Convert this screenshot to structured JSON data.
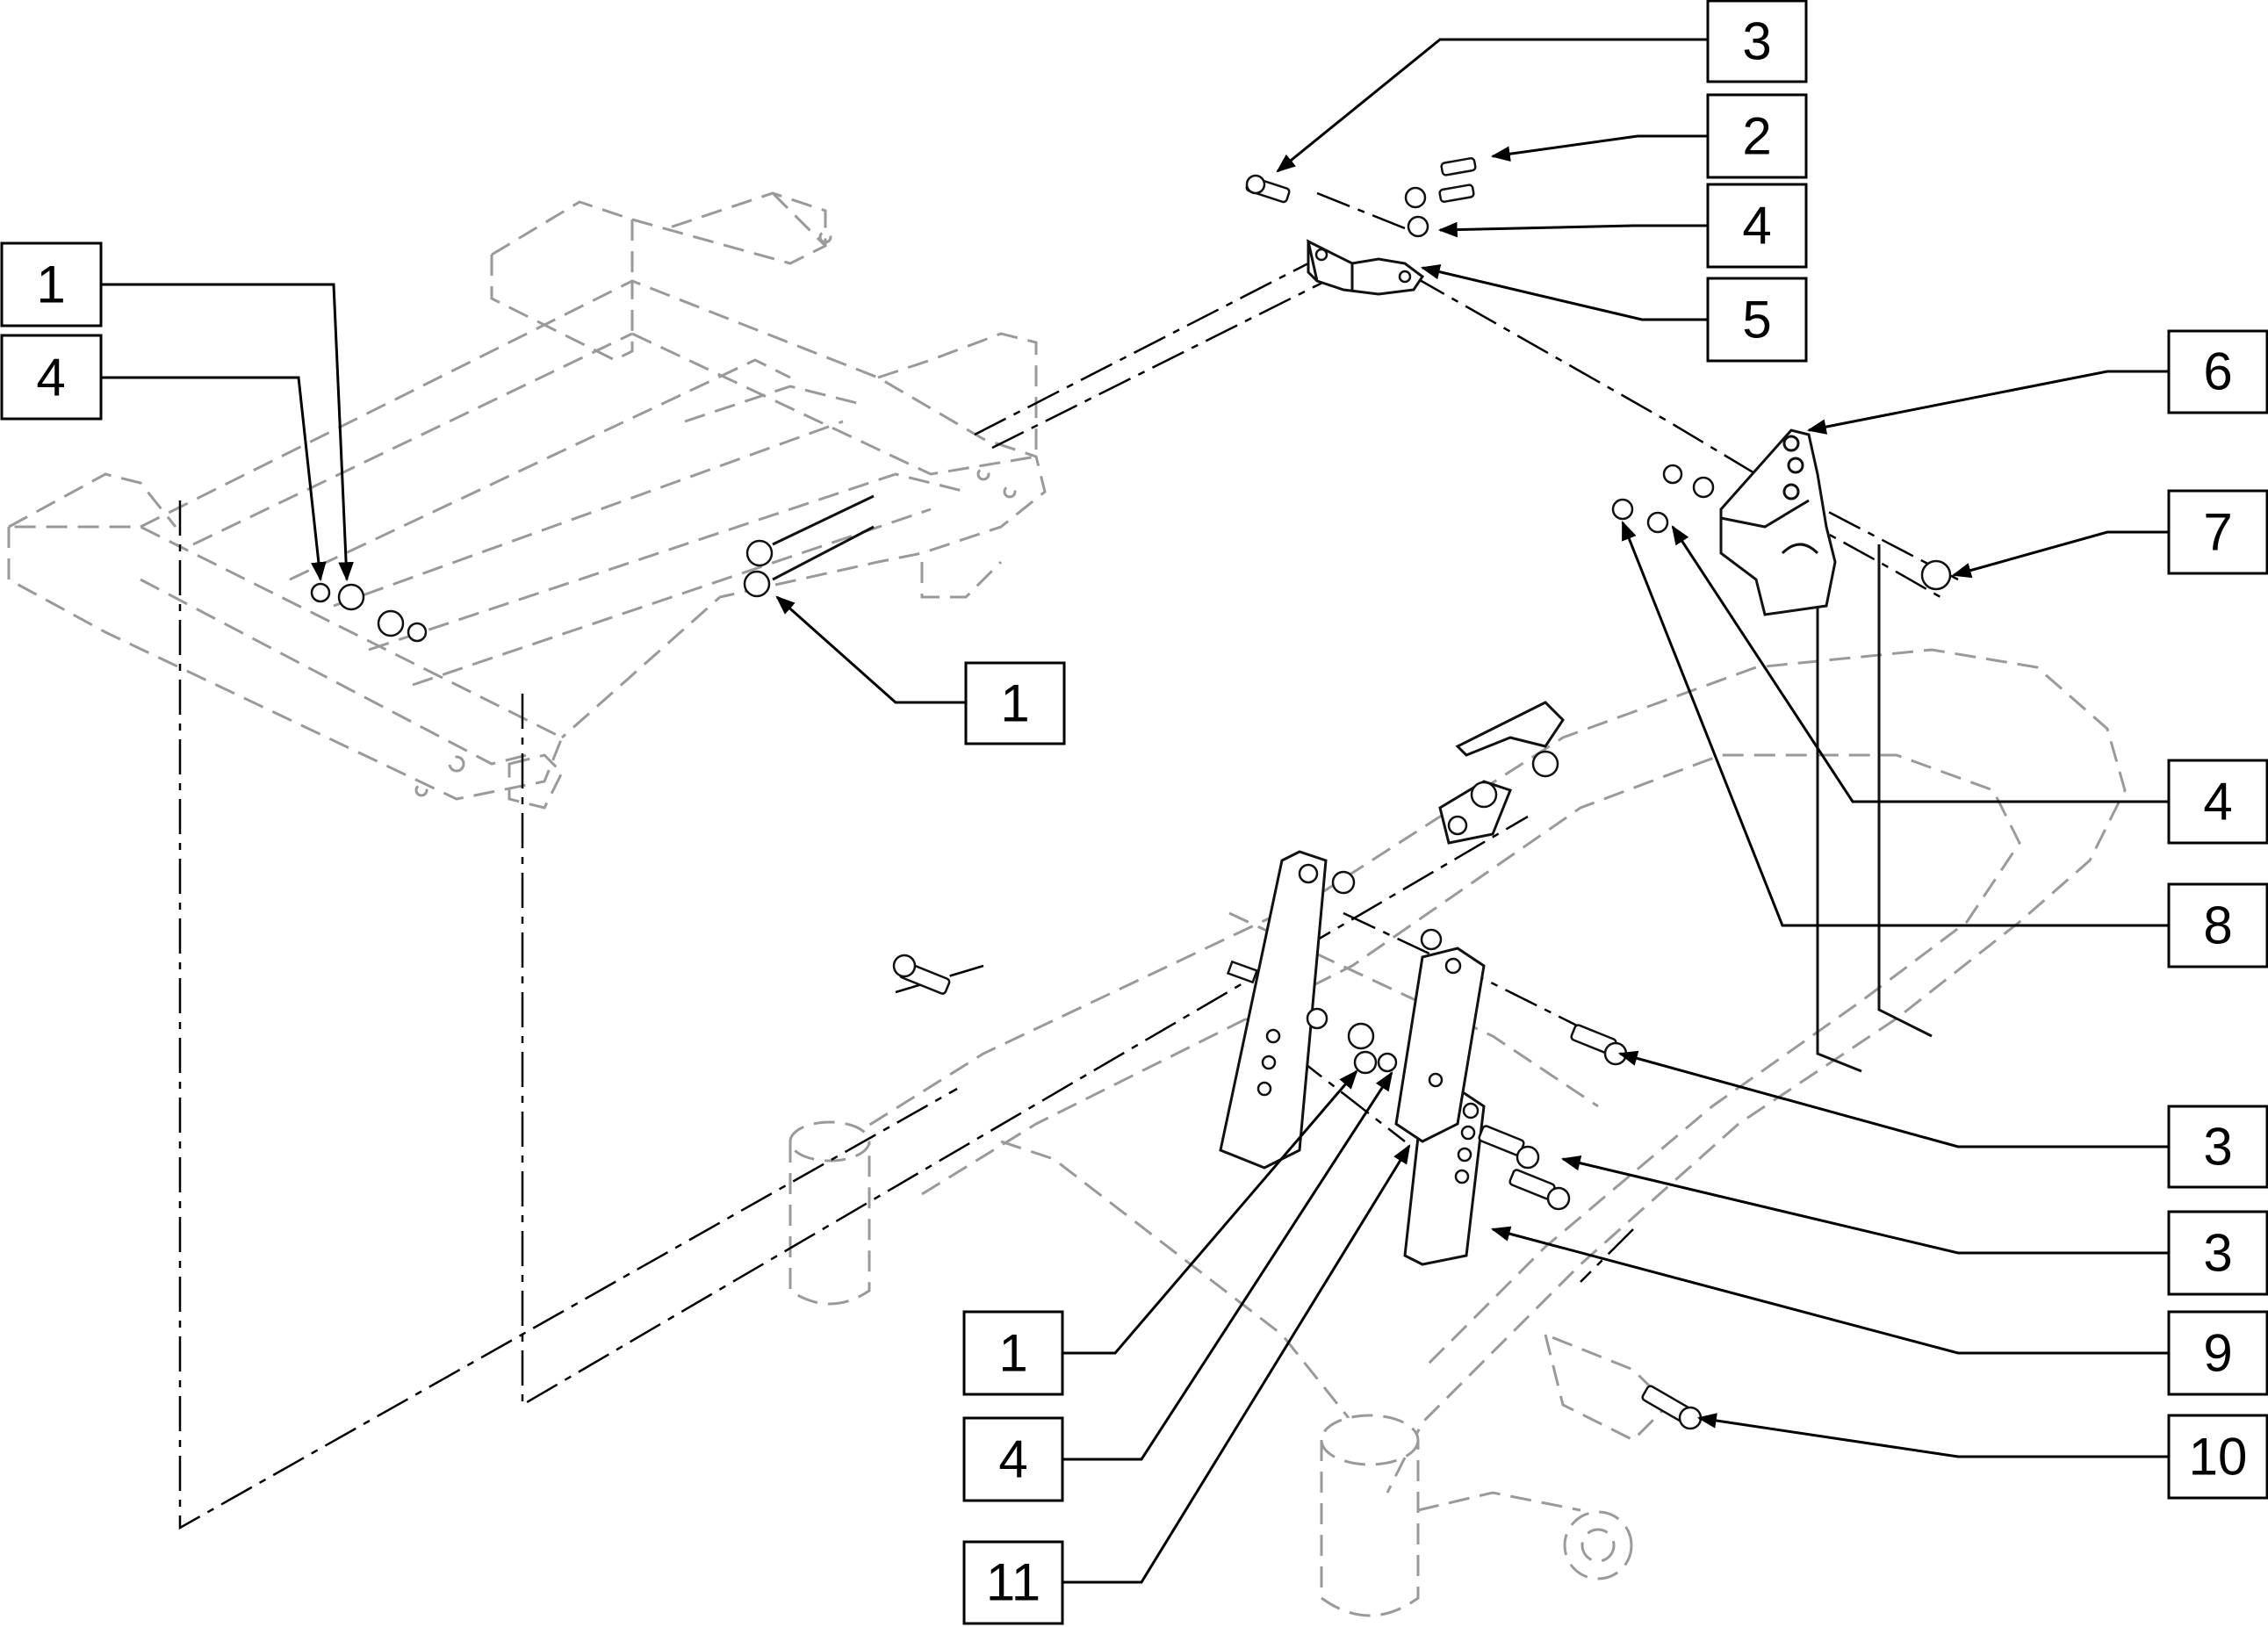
{
  "diagram": {
    "callouts": [
      {
        "id": "c-top-3",
        "label": "3"
      },
      {
        "id": "c-top-2",
        "label": "2"
      },
      {
        "id": "c-top-4",
        "label": "4"
      },
      {
        "id": "c-top-5",
        "label": "5"
      },
      {
        "id": "c-left-1",
        "label": "1"
      },
      {
        "id": "c-left-4",
        "label": "4"
      },
      {
        "id": "c-mid-1",
        "label": "1"
      },
      {
        "id": "c-right-6",
        "label": "6"
      },
      {
        "id": "c-right-7",
        "label": "7"
      },
      {
        "id": "c-right-4",
        "label": "4"
      },
      {
        "id": "c-right-8",
        "label": "8"
      },
      {
        "id": "c-right-3a",
        "label": "3"
      },
      {
        "id": "c-right-3b",
        "label": "3"
      },
      {
        "id": "c-right-9",
        "label": "9"
      },
      {
        "id": "c-right-10",
        "label": "10"
      },
      {
        "id": "c-bot-1",
        "label": "1"
      },
      {
        "id": "c-bot-4",
        "label": "4"
      },
      {
        "id": "c-bot-11",
        "label": "11"
      }
    ]
  },
  "colors": {
    "line": "#000000",
    "ghost_line": "#9a9a9a",
    "background": "#ffffff"
  }
}
